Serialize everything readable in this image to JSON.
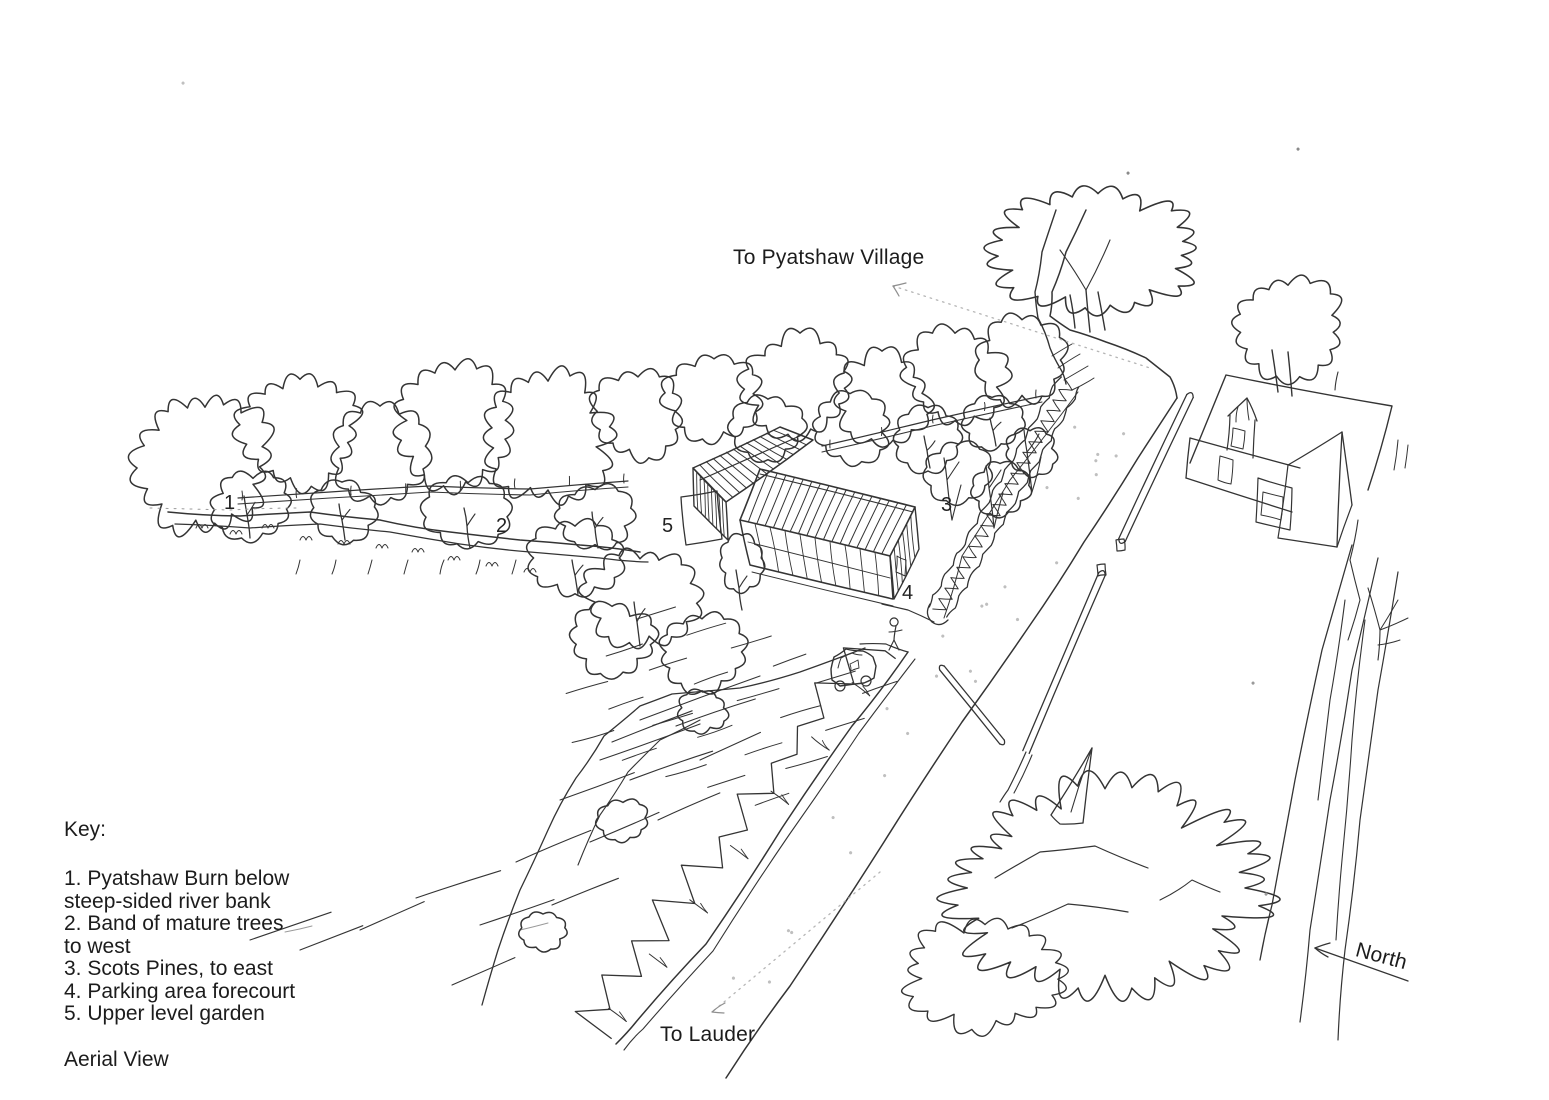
{
  "labels": {
    "to_pyatshaw_village": "To Pyatshaw Village",
    "to_lauder": "To Lauder",
    "north": "North",
    "aerial_view": "Aerial View"
  },
  "key": {
    "heading": "Key:",
    "lines": [
      "1. Pyatshaw Burn below",
      "steep-sided river bank",
      "2. Band of mature trees",
      "to west",
      "3. Scots Pines, to east",
      "4. Parking area forecourt",
      "5. Upper level garden"
    ]
  },
  "plan_markers": [
    "1",
    "2",
    "3",
    "4",
    "5"
  ],
  "colors": {
    "ink": "#343434",
    "arrow_dotted": "#b5b5b5",
    "text": "#1c1c1c",
    "background": "#ffffff"
  }
}
